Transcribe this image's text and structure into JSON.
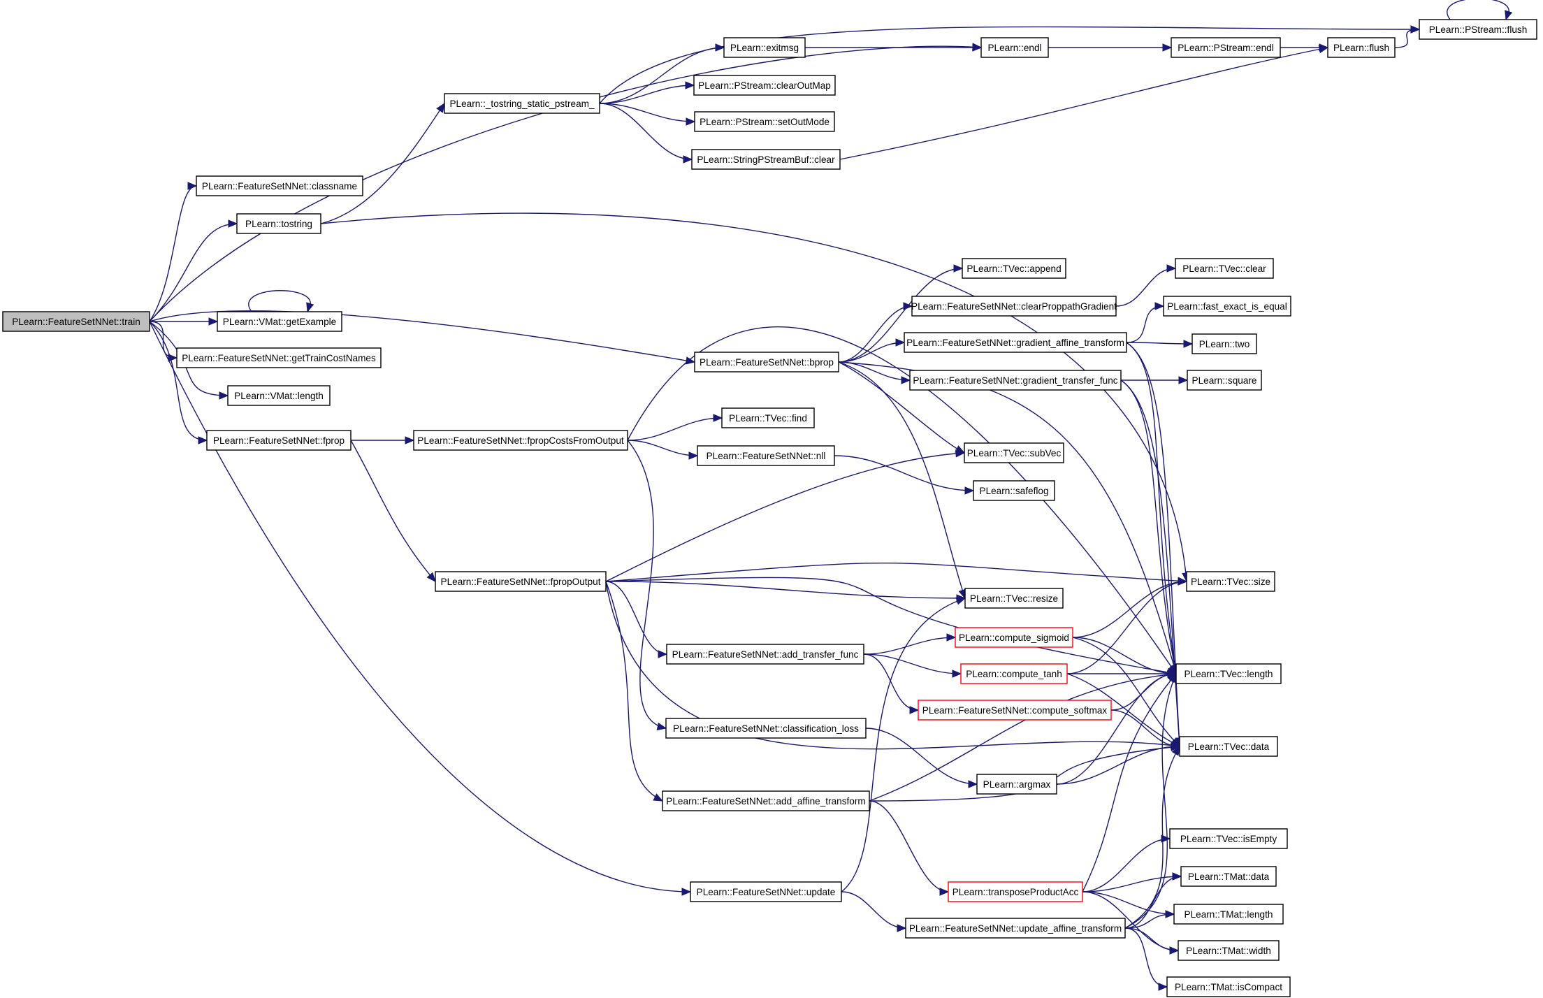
{
  "colors": {
    "edge": "#191970",
    "node_border": "#000000",
    "node_border_highlight": "#ff0000",
    "root_fill": "#bfbfbf",
    "background": "#ffffff"
  },
  "nodes": [
    {
      "id": "train",
      "label": "PLearn::FeatureSetNNet::train",
      "style": "root"
    },
    {
      "id": "classname",
      "label": "PLearn::FeatureSetNNet::classname"
    },
    {
      "id": "tostring",
      "label": "PLearn::tostring"
    },
    {
      "id": "getExample",
      "label": "PLearn::VMat::getExample"
    },
    {
      "id": "getTrainCostNames",
      "label": "PLearn::FeatureSetNNet::getTrainCostNames"
    },
    {
      "id": "vmatLength",
      "label": "PLearn::VMat::length"
    },
    {
      "id": "fprop",
      "label": "PLearn::FeatureSetNNet::fprop"
    },
    {
      "id": "tostringStatic",
      "label": "PLearn::_tostring_static_pstream_"
    },
    {
      "id": "exitmsg",
      "label": "PLearn::exitmsg"
    },
    {
      "id": "clearOutMap",
      "label": "PLearn::PStream::clearOutMap"
    },
    {
      "id": "setOutMode",
      "label": "PLearn::PStream::setOutMode"
    },
    {
      "id": "spbClear",
      "label": "PLearn::StringPStreamBuf::clear"
    },
    {
      "id": "endl",
      "label": "PLearn::endl"
    },
    {
      "id": "psEndl",
      "label": "PLearn::PStream::endl"
    },
    {
      "id": "flush",
      "label": "PLearn::flush"
    },
    {
      "id": "psFlush",
      "label": "PLearn::PStream::flush"
    },
    {
      "id": "fpcfo",
      "label": "PLearn::FeatureSetNNet::fpropCostsFromOutput"
    },
    {
      "id": "fpropOutput",
      "label": "PLearn::FeatureSetNNet::fpropOutput"
    },
    {
      "id": "bprop",
      "label": "PLearn::FeatureSetNNet::bprop"
    },
    {
      "id": "append",
      "label": "PLearn::TVec::append"
    },
    {
      "id": "clearPPG",
      "label": "PLearn::FeatureSetNNet::clearProppathGradient"
    },
    {
      "id": "gradAffine",
      "label": "PLearn::FeatureSetNNet::gradient_affine_transform"
    },
    {
      "id": "gradTransfer",
      "label": "PLearn::FeatureSetNNet::gradient_transfer_func"
    },
    {
      "id": "find",
      "label": "PLearn::TVec::find"
    },
    {
      "id": "nll",
      "label": "PLearn::FeatureSetNNet::nll"
    },
    {
      "id": "subVec",
      "label": "PLearn::TVec::subVec"
    },
    {
      "id": "safeflog",
      "label": "PLearn::safeflog"
    },
    {
      "id": "tvClear",
      "label": "PLearn::TVec::clear"
    },
    {
      "id": "fastEq",
      "label": "PLearn::fast_exact_is_equal"
    },
    {
      "id": "two",
      "label": "PLearn::two"
    },
    {
      "id": "square",
      "label": "PLearn::square"
    },
    {
      "id": "resize",
      "label": "PLearn::TVec::resize"
    },
    {
      "id": "tvSize",
      "label": "PLearn::TVec::size"
    },
    {
      "id": "addTransfer",
      "label": "PLearn::FeatureSetNNet::add_transfer_func"
    },
    {
      "id": "sigmoid",
      "label": "PLearn::compute_sigmoid",
      "style": "red"
    },
    {
      "id": "tanh",
      "label": "PLearn::compute_tanh",
      "style": "red"
    },
    {
      "id": "softmax",
      "label": "PLearn::FeatureSetNNet::compute_softmax",
      "style": "red"
    },
    {
      "id": "tvLength",
      "label": "PLearn::TVec::length"
    },
    {
      "id": "classLoss",
      "label": "PLearn::FeatureSetNNet::classification_loss"
    },
    {
      "id": "argmax",
      "label": "PLearn::argmax"
    },
    {
      "id": "tvData",
      "label": "PLearn::TVec::data"
    },
    {
      "id": "addAffine",
      "label": "PLearn::FeatureSetNNet::add_affine_transform"
    },
    {
      "id": "isEmpty",
      "label": "PLearn::TVec::isEmpty"
    },
    {
      "id": "tmData",
      "label": "PLearn::TMat::data"
    },
    {
      "id": "tpa",
      "label": "PLearn::transposeProductAcc",
      "style": "red"
    },
    {
      "id": "update",
      "label": "PLearn::FeatureSetNNet::update"
    },
    {
      "id": "tmLength",
      "label": "PLearn::TMat::length"
    },
    {
      "id": "updAffine",
      "label": "PLearn::FeatureSetNNet::update_affine_transform"
    },
    {
      "id": "tmWidth",
      "label": "PLearn::TMat::width"
    },
    {
      "id": "isCompact",
      "label": "PLearn::TMat::isCompact"
    }
  ],
  "edges": [
    [
      "train",
      "endl"
    ],
    [
      "train",
      "classname"
    ],
    [
      "train",
      "tostring"
    ],
    [
      "train",
      "getExample"
    ],
    [
      "train",
      "getTrainCostNames"
    ],
    [
      "train",
      "vmatLength"
    ],
    [
      "train",
      "fprop"
    ],
    [
      "train",
      "bprop"
    ],
    [
      "train",
      "update"
    ],
    [
      "tostring",
      "tostringStatic"
    ],
    [
      "tostring",
      "tvSize"
    ],
    [
      "getExample",
      "getExample"
    ],
    [
      "fprop",
      "fpcfo"
    ],
    [
      "fprop",
      "fpropOutput"
    ],
    [
      "tostringStatic",
      "exitmsg"
    ],
    [
      "tostringStatic",
      "clearOutMap"
    ],
    [
      "tostringStatic",
      "setOutMode"
    ],
    [
      "tostringStatic",
      "spbClear"
    ],
    [
      "tostringStatic",
      "psFlush"
    ],
    [
      "exitmsg",
      "endl"
    ],
    [
      "endl",
      "psEndl"
    ],
    [
      "psEndl",
      "flush"
    ],
    [
      "flush",
      "psFlush"
    ],
    [
      "psFlush",
      "psFlush"
    ],
    [
      "spbClear",
      "flush"
    ],
    [
      "fpcfo",
      "find"
    ],
    [
      "fpcfo",
      "nll"
    ],
    [
      "fpcfo",
      "classLoss"
    ],
    [
      "fpcfo",
      "tvLength"
    ],
    [
      "nll",
      "safeflog"
    ],
    [
      "bprop",
      "append"
    ],
    [
      "bprop",
      "clearPPG"
    ],
    [
      "bprop",
      "gradAffine"
    ],
    [
      "bprop",
      "gradTransfer"
    ],
    [
      "bprop",
      "subVec"
    ],
    [
      "bprop",
      "resize"
    ],
    [
      "bprop",
      "tvLength"
    ],
    [
      "clearPPG",
      "tvClear"
    ],
    [
      "gradAffine",
      "fastEq"
    ],
    [
      "gradAffine",
      "two"
    ],
    [
      "gradAffine",
      "tvLength"
    ],
    [
      "gradAffine",
      "tvData"
    ],
    [
      "gradTransfer",
      "square"
    ],
    [
      "gradTransfer",
      "tvLength"
    ],
    [
      "gradTransfer",
      "tvData"
    ],
    [
      "fpropOutput",
      "subVec"
    ],
    [
      "fpropOutput",
      "tvSize"
    ],
    [
      "fpropOutput",
      "tvLength"
    ],
    [
      "fpropOutput",
      "resize"
    ],
    [
      "fpropOutput",
      "addTransfer"
    ],
    [
      "fpropOutput",
      "addAffine"
    ],
    [
      "fpropOutput",
      "tvData"
    ],
    [
      "addTransfer",
      "sigmoid"
    ],
    [
      "addTransfer",
      "tanh"
    ],
    [
      "addTransfer",
      "softmax"
    ],
    [
      "sigmoid",
      "tvSize"
    ],
    [
      "sigmoid",
      "tvLength"
    ],
    [
      "sigmoid",
      "tvData"
    ],
    [
      "tanh",
      "tvSize"
    ],
    [
      "tanh",
      "tvLength"
    ],
    [
      "tanh",
      "tvData"
    ],
    [
      "softmax",
      "tvLength"
    ],
    [
      "softmax",
      "tvData"
    ],
    [
      "classLoss",
      "argmax"
    ],
    [
      "argmax",
      "tvLength"
    ],
    [
      "argmax",
      "tvData"
    ],
    [
      "addAffine",
      "tvLength"
    ],
    [
      "addAffine",
      "tvData"
    ],
    [
      "addAffine",
      "tpa"
    ],
    [
      "tpa",
      "tvLength"
    ],
    [
      "tpa",
      "isEmpty"
    ],
    [
      "tpa",
      "tmData"
    ],
    [
      "tpa",
      "tmLength"
    ],
    [
      "tpa",
      "tmWidth"
    ],
    [
      "update",
      "resize"
    ],
    [
      "update",
      "updAffine"
    ],
    [
      "updAffine",
      "tvLength"
    ],
    [
      "updAffine",
      "tvData"
    ],
    [
      "updAffine",
      "tmData"
    ],
    [
      "updAffine",
      "tmLength"
    ],
    [
      "updAffine",
      "tmWidth"
    ],
    [
      "updAffine",
      "isCompact"
    ]
  ]
}
